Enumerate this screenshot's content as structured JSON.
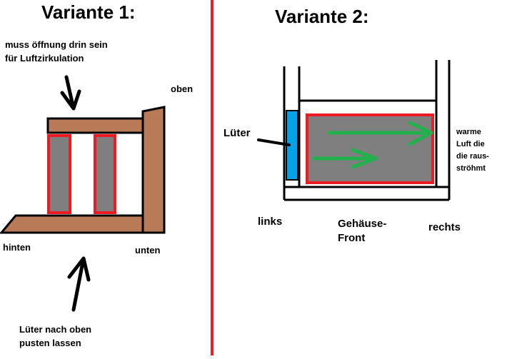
{
  "variant1": {
    "title": "Variante 1:",
    "note_top": "muss öffnung drin sein\nfür Luftzirkulation",
    "label_oben": "oben",
    "label_hinten": "hinten",
    "label_unten": "unten",
    "note_bottom": "Lüter nach oben\npusten lassen"
  },
  "variant2": {
    "title": "Variante 2:",
    "label_luter": "Lüter",
    "label_warm": "warme\nLuft die\ndie raus-\nströhmt",
    "label_links": "links",
    "label_front": "Gehäuse-\nFront",
    "label_rechts": "rechts"
  },
  "colors": {
    "wood": "#b97a57",
    "divider": "#ed1c24",
    "card_border": "#ed1c24",
    "card_fill": "#7f7f7f",
    "fan": "#00a2e8",
    "airflow": "#22b14c",
    "outline": "#000000"
  }
}
